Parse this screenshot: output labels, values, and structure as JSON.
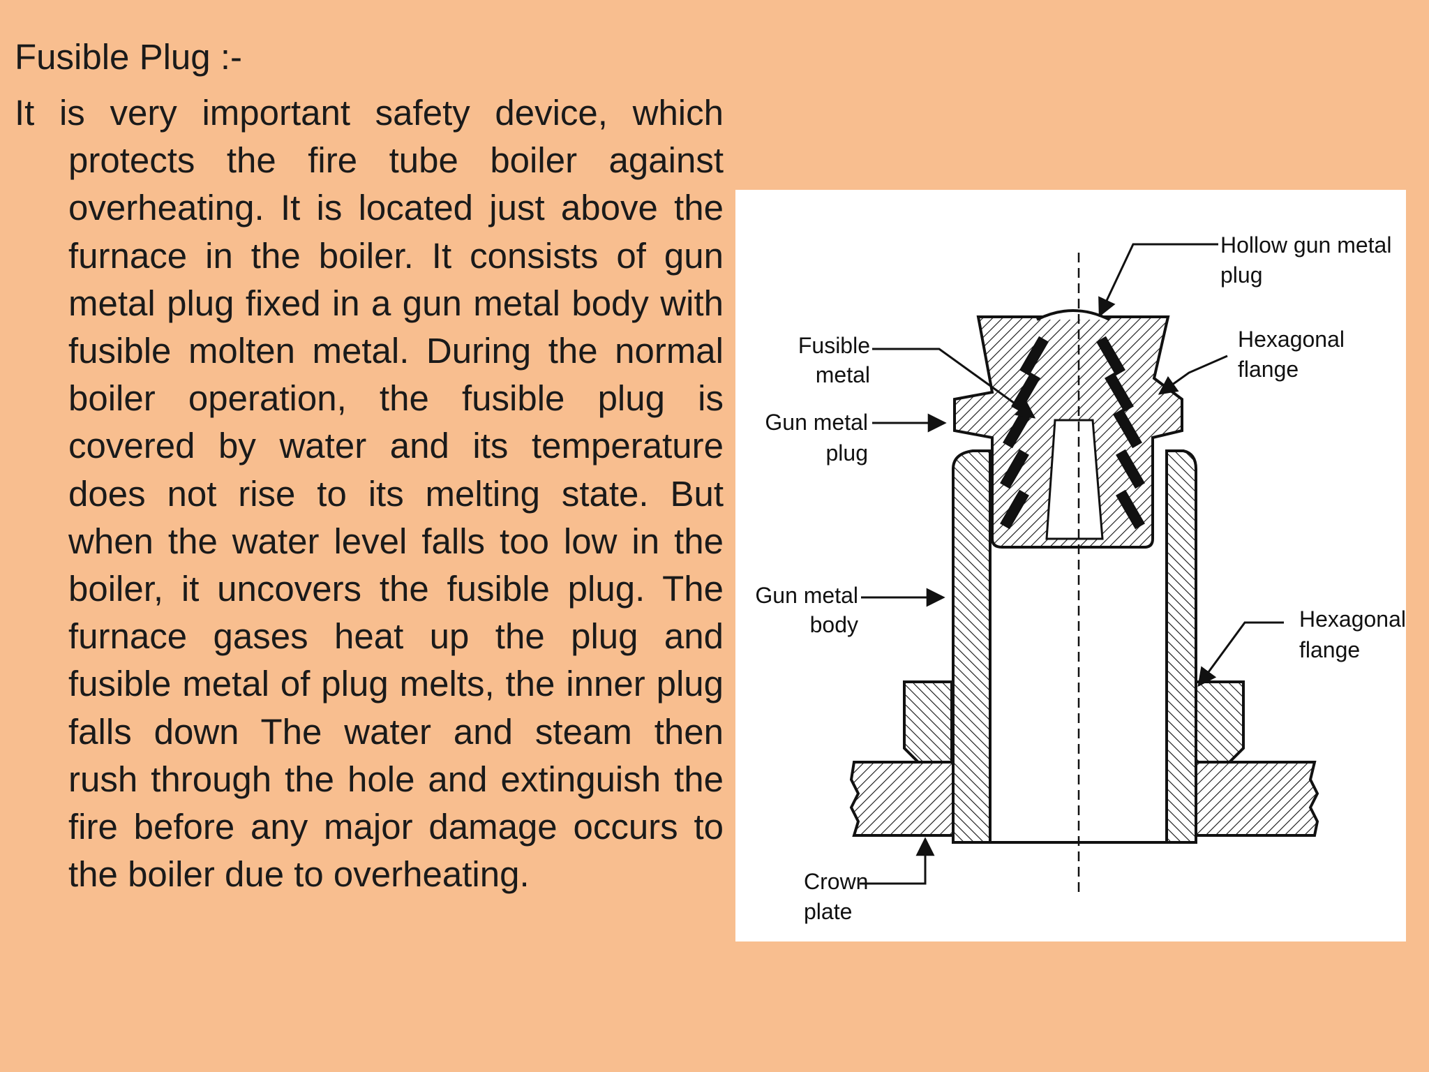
{
  "slide": {
    "title": "Fusible Plug :-",
    "paragraph": "It is very important safety device, which protects the fire tube boiler against overheating. It is located just above the furnace in the boiler. It consists of gun metal plug fixed in a gun metal body with fusible molten metal. During the normal boiler operation, the fusible plug is covered by water and its temperature does not rise to its melting state. But when the water level falls too low in the boiler, it uncovers the fusible plug. The furnace gases heat up the plug and fusible metal of plug melts, the inner plug falls down The water and steam then rush through the hole and extinguish the fire before any major damage occurs to the boiler due to overheating."
  },
  "diagram": {
    "labels": {
      "hollow_plug_line1": "Hollow gun metal",
      "hollow_plug_line2": "plug",
      "hex_flange_top_line1": "Hexagonal",
      "hex_flange_top_line2": "flange",
      "fusible_metal_line1": "Fusible",
      "fusible_metal_line2": "metal",
      "gun_metal_plug_line1": "Gun metal",
      "gun_metal_plug_line2": "plug",
      "gun_metal_body_line1": "Gun metal",
      "gun_metal_body_line2": "body",
      "hex_flange_right_line1": "Hexagonal",
      "hex_flange_right_line2": "flange",
      "crown_plate_line1": "Crown",
      "crown_plate_line2": "plate"
    }
  },
  "colors": {
    "background": "#F8BE8F",
    "text": "#1a1a1a",
    "figure_background": "#ffffff"
  }
}
